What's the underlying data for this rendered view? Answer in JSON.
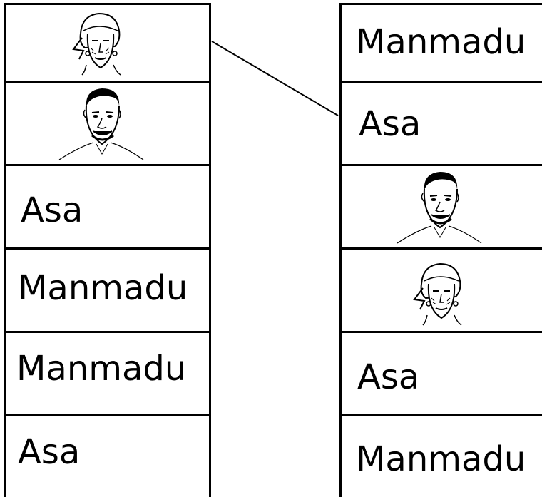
{
  "left_column": [
    {
      "kind": "image",
      "image": "woman-headscarf-icon"
    },
    {
      "kind": "image",
      "image": "man-smiling-icon"
    },
    {
      "kind": "text",
      "text": "Asa"
    },
    {
      "kind": "text",
      "text": "Manmadu"
    },
    {
      "kind": "text",
      "text": "Manmadu"
    },
    {
      "kind": "text",
      "text": "Asa"
    }
  ],
  "right_column": [
    {
      "kind": "text",
      "text": "Manmadu"
    },
    {
      "kind": "text",
      "text": "Asa"
    },
    {
      "kind": "image",
      "image": "man-smiling-icon"
    },
    {
      "kind": "image",
      "image": "woman-headscarf-icon"
    },
    {
      "kind": "text",
      "text": "Asa"
    },
    {
      "kind": "text",
      "text": "Manmadu"
    }
  ],
  "matches": [
    {
      "from": "left_column.0",
      "to": "right_column.1"
    }
  ]
}
